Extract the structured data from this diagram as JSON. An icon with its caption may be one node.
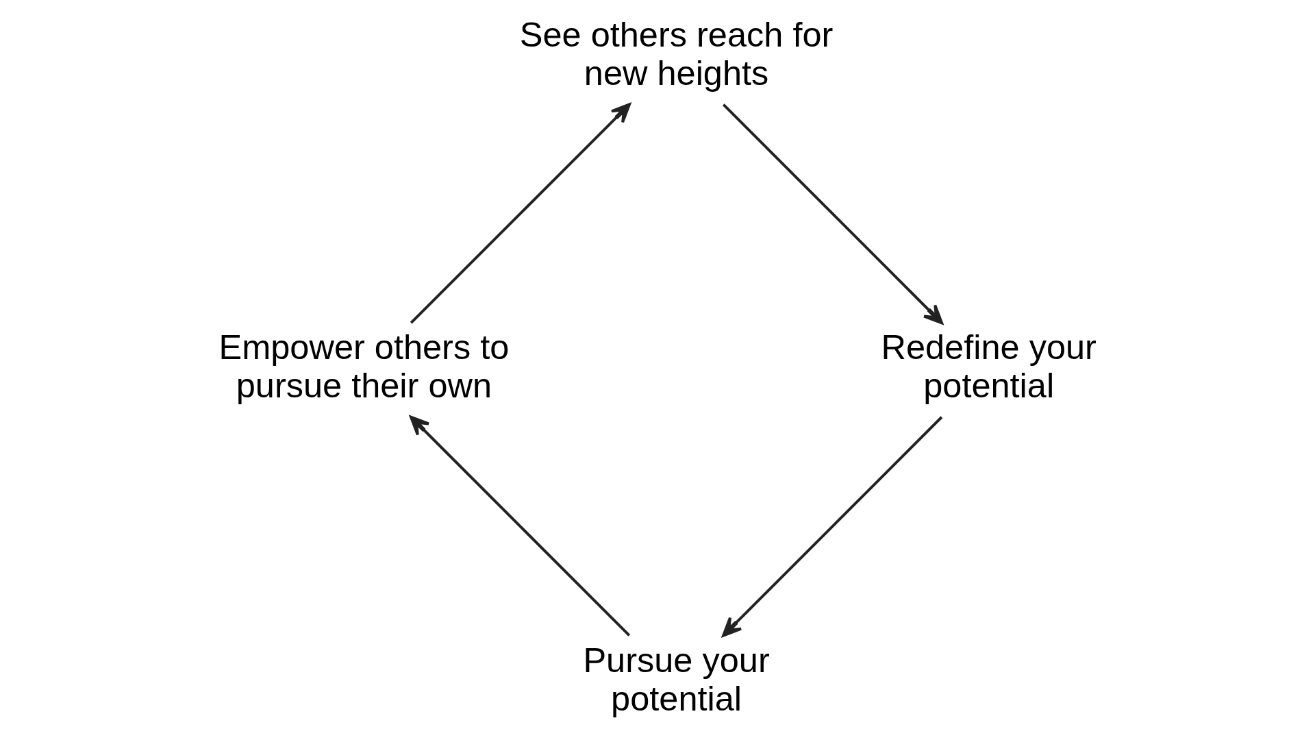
{
  "diagram": {
    "nodes": [
      {
        "text": [
          "Pursue your potential"
        ]
      },
      {
        "text": [
          "Empower others to pursue their own"
        ]
      },
      {
        "text": [
          "See others reach for new heights"
        ]
      },
      {
        "text": [
          "Redefine your potential"
        ]
      }
    ],
    "edges": [
      {
        "from": 0,
        "to": 1,
        "arrow": "to"
      },
      {
        "from": 1,
        "to": 2,
        "arrow": "to"
      },
      {
        "from": 2,
        "to": 3,
        "arrow": "to"
      },
      {
        "from": 3,
        "to": 0,
        "arrow": "to"
      }
    ]
  }
}
